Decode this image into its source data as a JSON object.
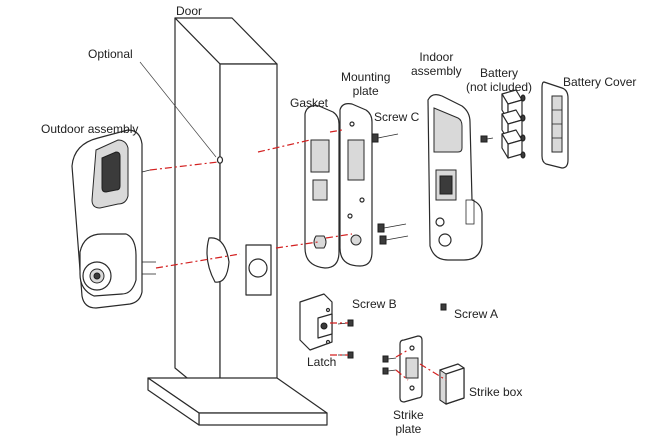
{
  "labels": {
    "door": "Door",
    "optional": "Optional",
    "outdoor_assembly": "Outdoor assembly",
    "gasket": "Gasket",
    "mounting_plate": "Mounting\nplate",
    "screw_c": "Screw C",
    "indoor_assembly": "Indoor\nassembly",
    "battery": "Battery\n(not icluded)",
    "battery_cover": "Battery Cover",
    "screw_b": "Screw B",
    "screw_a": "Screw A",
    "latch": "Latch",
    "strike_box": "Strike box",
    "strike_plate": "Strike\nplate"
  },
  "colors": {
    "guide_line": "#d32020",
    "outline": "#2a2a2a",
    "fill": "#ffffff"
  }
}
